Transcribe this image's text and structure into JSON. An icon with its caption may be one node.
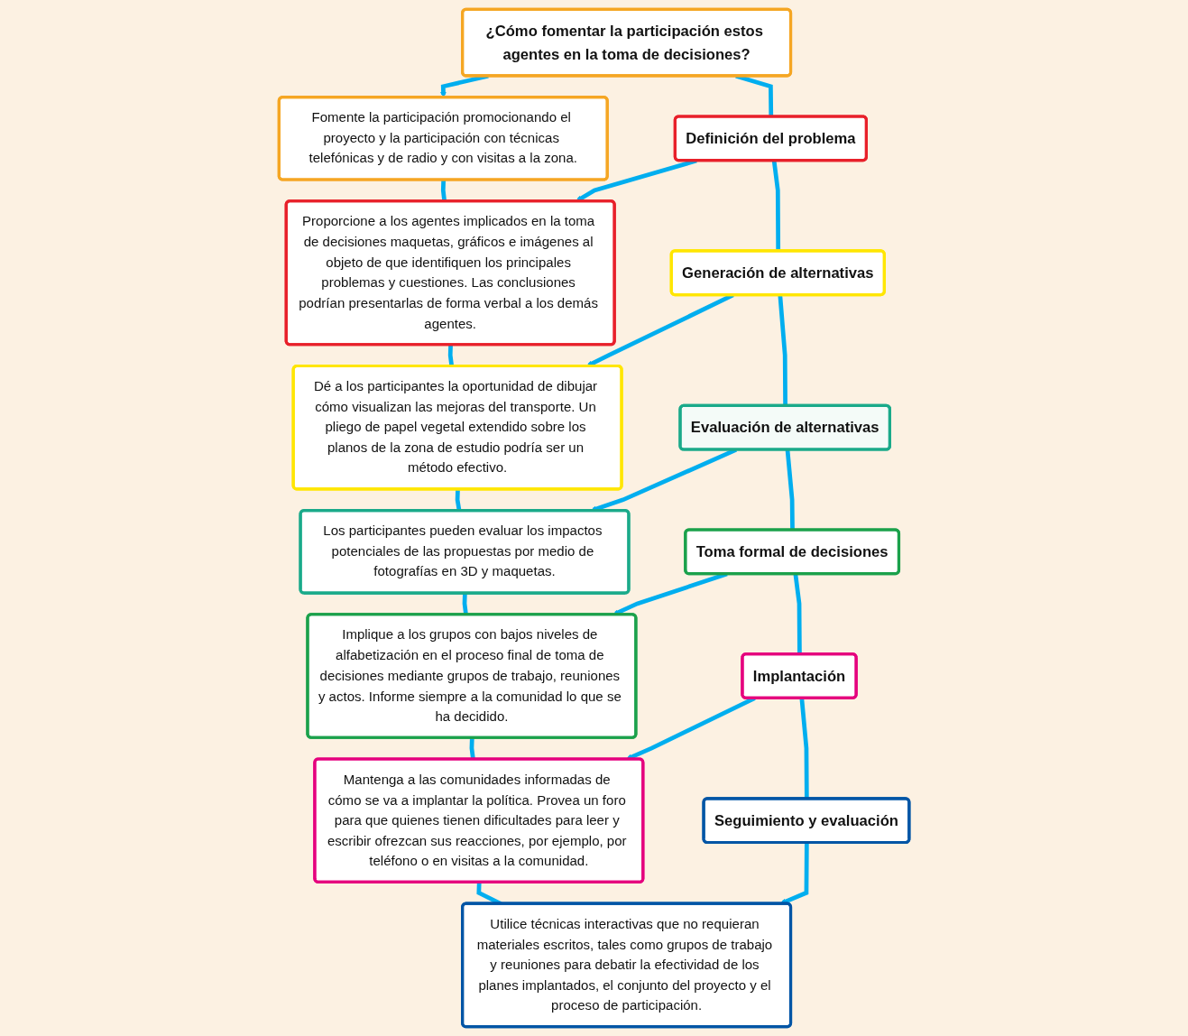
{
  "diagram": {
    "nodes": [
      {
        "text": [
          "¿Cómo fomentar la participación estos agentes en la toma de decisiones?"
        ]
      },
      {
        "text": [
          "Fomente la participación promocionando el proyecto y la participación con técnicas telefónicas y de radio y con visitas a la zona."
        ]
      },
      {
        "text": [
          "Definición del problema"
        ]
      },
      {
        "text": [
          "Proporcione a los agentes implicados en la toma de decisiones maquetas, gráficos e imágenes al objeto de que identifiquen los principales problemas y cuestiones. Las conclusiones podrían presentarlas de forma verbal a los demás agentes."
        ]
      },
      {
        "text": [
          "Generación de alternativas"
        ]
      },
      {
        "text": [
          "Dé a los participantes la oportunidad de dibujar cómo visualizan las mejoras del transporte. Un pliego de papel vegetal extendido sobre los planos de la zona de estudio podría ser un método efectivo."
        ]
      },
      {
        "text": [
          "Evaluación de alternativas"
        ]
      },
      {
        "text": [
          "Los participantes pueden evaluar los impactos potenciales de las propuestas por medio de fotografías en 3D y maquetas."
        ]
      },
      {
        "text": [
          "Toma formal de decisiones"
        ]
      },
      {
        "text": [
          "Implique a los grupos con bajos niveles de alfabetización en el proceso final de toma de decisiones mediante grupos de trabajo, reuniones y actos. Informe siempre a la comunidad lo que se ha decidido."
        ]
      },
      {
        "text": [
          "Implantación"
        ]
      },
      {
        "text": [
          "Mantenga a las comunidades informadas de cómo se va a implantar la política. Provea un foro para que quienes tienen dificultades para leer y escribir ofrezcan sus reacciones, por ejemplo, por teléfono o en visitas a la comunidad."
        ]
      },
      {
        "text": [
          "Seguimiento y evaluación"
        ]
      },
      {
        "text": [
          "Utilice técnicas interactivas que no requieran materiales escritos, tales como grupos de trabajo y reuniones para debatir la efectividad de los planes implantados, el conjunto del proyecto y el proceso de participación."
        ]
      }
    ],
    "edges": [
      {
        "from": 0,
        "to": 1,
        "arrow": "to"
      },
      {
        "from": 0,
        "to": 2,
        "arrow": "none"
      },
      {
        "from": 1,
        "to": 3,
        "arrow": "none"
      },
      {
        "from": 2,
        "to": 3,
        "arrow": "to"
      },
      {
        "from": 2,
        "to": 4,
        "arrow": "none"
      },
      {
        "from": 3,
        "to": 5,
        "arrow": "none"
      },
      {
        "from": 4,
        "to": 5,
        "arrow": "to"
      },
      {
        "from": 4,
        "to": 6,
        "arrow": "none"
      },
      {
        "from": 5,
        "to": 7,
        "arrow": "none"
      },
      {
        "from": 6,
        "to": 7,
        "arrow": "to"
      },
      {
        "from": 6,
        "to": 8,
        "arrow": "none"
      },
      {
        "from": 7,
        "to": 9,
        "arrow": "none"
      },
      {
        "from": 8,
        "to": 9,
        "arrow": "to"
      },
      {
        "from": 8,
        "to": 10,
        "arrow": "none"
      },
      {
        "from": 9,
        "to": 11,
        "arrow": "none"
      },
      {
        "from": 10,
        "to": 11,
        "arrow": "to"
      },
      {
        "from": 10,
        "to": 12,
        "arrow": "none"
      },
      {
        "from": 11,
        "to": 13,
        "arrow": "none"
      },
      {
        "from": 12,
        "to": 13,
        "arrow": "to"
      }
    ]
  }
}
